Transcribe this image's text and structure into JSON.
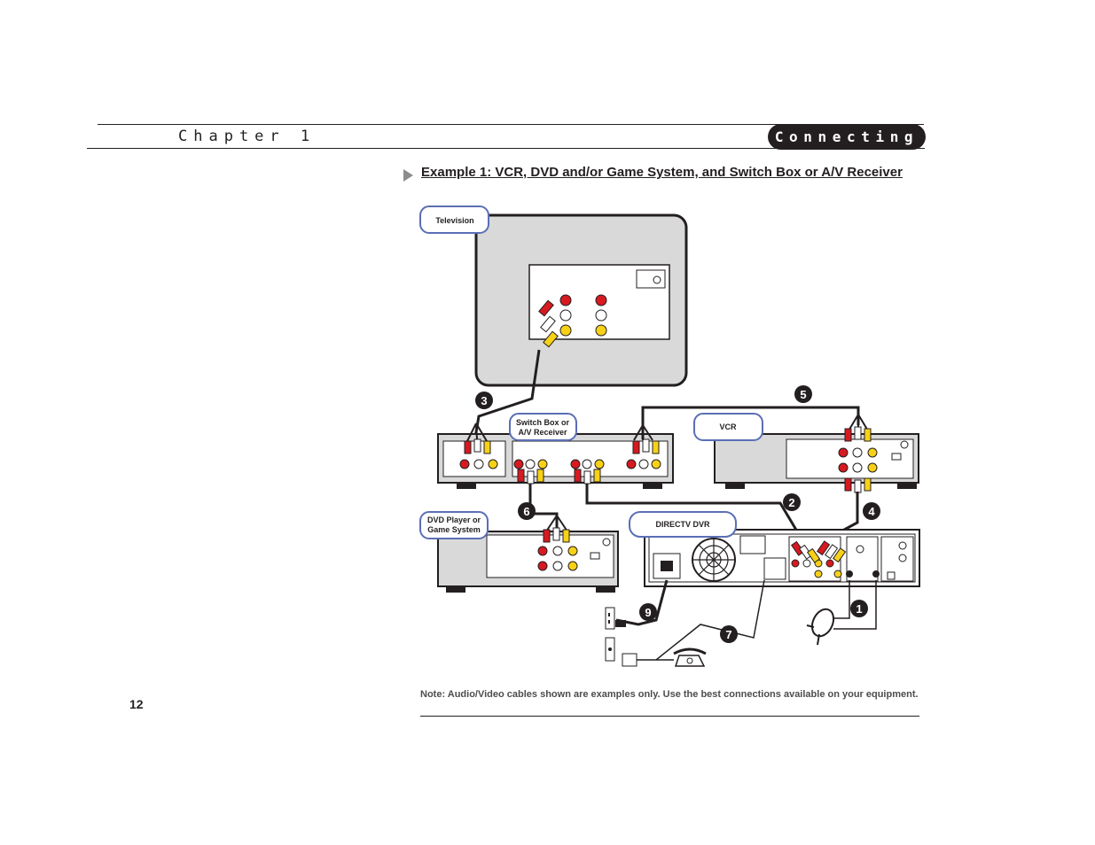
{
  "header": {
    "chapter_label": "Chapter 1",
    "section_label": "Connecting"
  },
  "example_title": "Example 1: VCR, DVD and/or Game System, and Switch Box or A/V Receiver",
  "diagram": {
    "labels": {
      "television": "Television",
      "switch_box_line1": "Switch Box or",
      "switch_box_line2": "A/V Receiver",
      "vcr": "VCR",
      "dvd_line1": "DVD Player or",
      "dvd_line2": "Game System",
      "directv_dvr": "DIRECTV DVR"
    },
    "step_numbers": [
      "1",
      "2",
      "3",
      "4",
      "5",
      "6",
      "7",
      "9"
    ],
    "colors": {
      "red_plug": "#d71920",
      "white_plug": "#ffffff",
      "yellow_plug": "#f7d117",
      "device_gray": "#d9d9d9",
      "label_border": "#5b6fb5"
    }
  },
  "note": "Note: Audio/Video cables shown are examples only. Use the best connections available on your equipment.",
  "page_number": "12"
}
